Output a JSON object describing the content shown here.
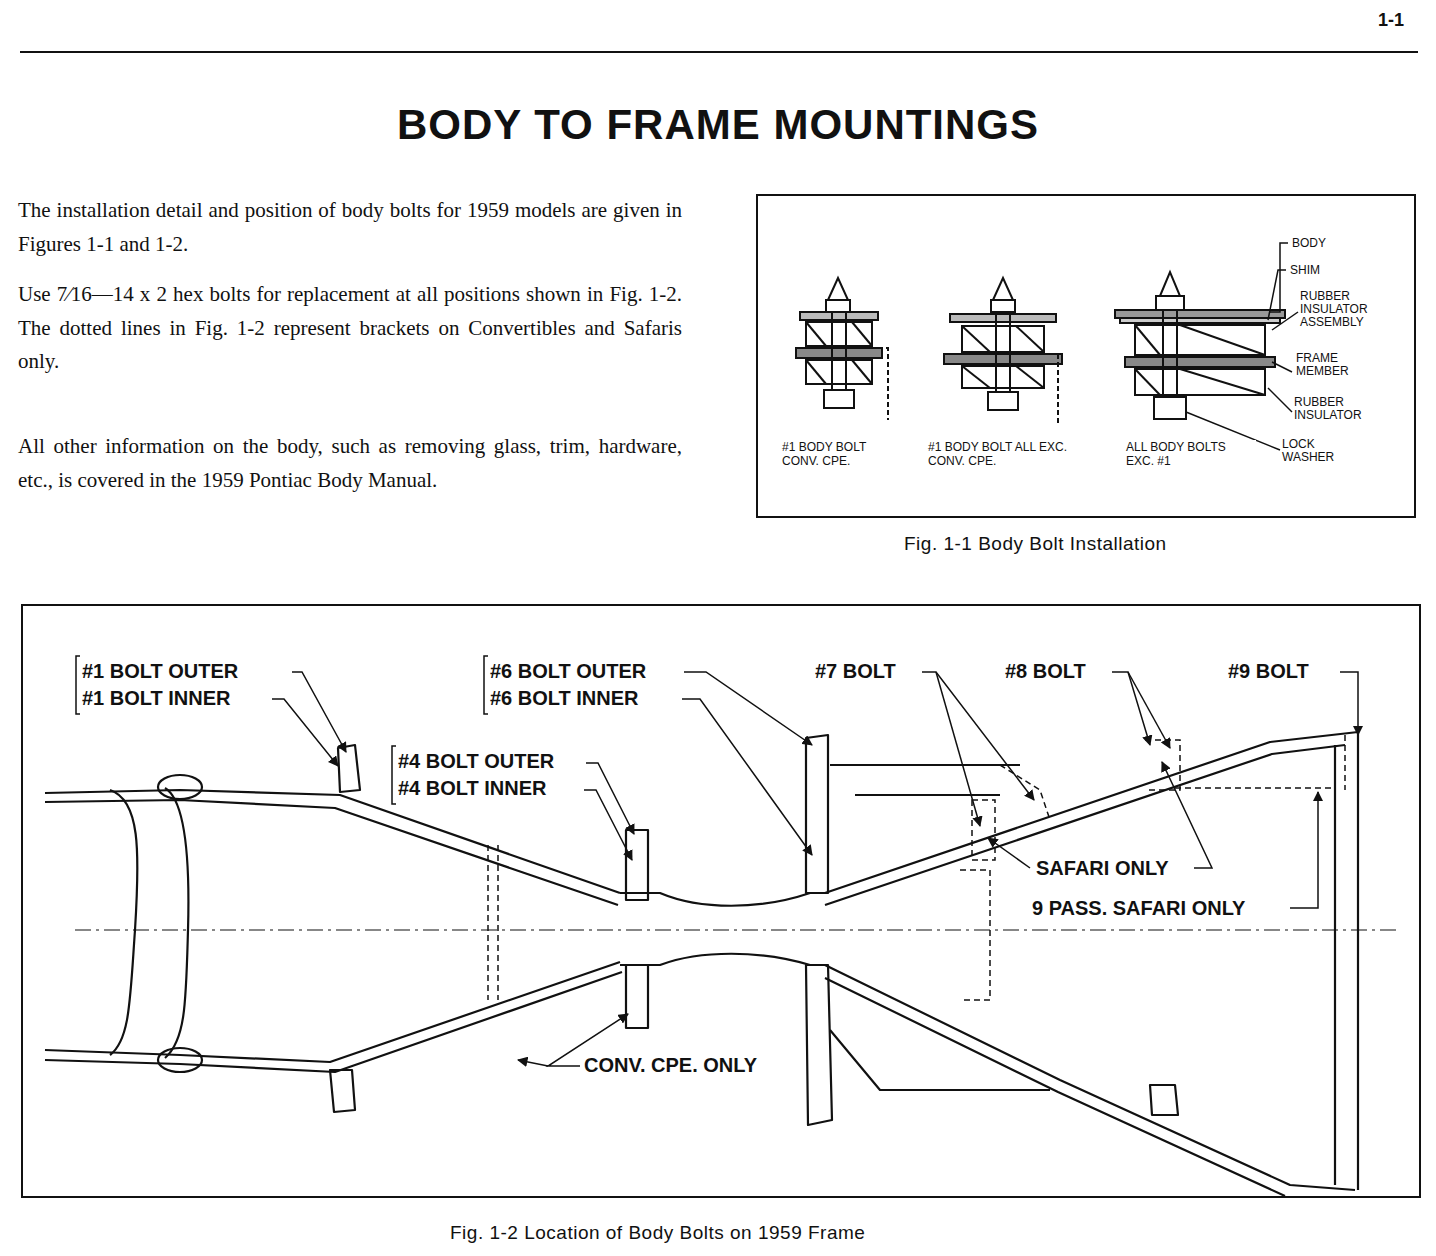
{
  "diagram": {
    "title": "BODY TO FRAME MOUNTINGS",
    "caption": "Fig. 1-2 Location of Body Bolts on 1959 Frame",
    "labels": [
      "1-1",
      "The installation detail and position of body bolts for 1959 models are given in Figures 1-1 and 1-2.",
      "Use 7⁄16—14 x 2 hex bolts for replacement at all positions shown in Fig. 1-2. The dotted lines in Fig. 1-2 represent brackets on Convertibles and Safaris only.",
      "All other information on the body, such as removing glass, trim, hardware, etc., is covered in the 1959 Pontiac Body Manual.",
      "BODY",
      "SHIM",
      "RUBBER INSULATOR ASSEMBLY",
      "FRAME MEMBER",
      "RUBBER INSULATOR",
      "LOCK WASHER",
      "#1 BODY BOLT CONV. CPE.",
      "#1 BODY BOLT ALL EXC. CONV. CPE.",
      "ALL BODY BOLTS EXC. #1",
      "Fig. 1-1 Body Bolt Installation",
      "#1 BOLT OUTER",
      "#1 BOLT INNER",
      "#4 BOLT OUTER",
      "#4 BOLT INNER",
      "#6 BOLT OUTER",
      "#6 BOLT INNER",
      "#7 BOLT",
      "#8 BOLT",
      "#9 BOLT",
      "SAFARI ONLY",
      "9 PASS. SAFARI ONLY",
      "CONV. CPE. ONLY"
    ]
  }
}
